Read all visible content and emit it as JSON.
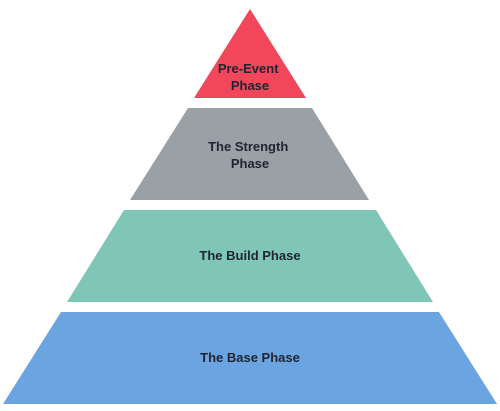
{
  "diagram": {
    "tiers": [
      {
        "id": "pre-event",
        "label_lines": [
          "Pre-Event",
          "Phase"
        ],
        "color": "#f2475b"
      },
      {
        "id": "strength",
        "label_lines": [
          "The Strength",
          "Phase"
        ],
        "color": "#9aa1a6"
      },
      {
        "id": "build",
        "label_lines": [
          "The Build Phase"
        ],
        "color": "#80c6b6"
      },
      {
        "id": "base",
        "label_lines": [
          "The Base Phase"
        ],
        "color": "#6aa5e2"
      }
    ]
  }
}
